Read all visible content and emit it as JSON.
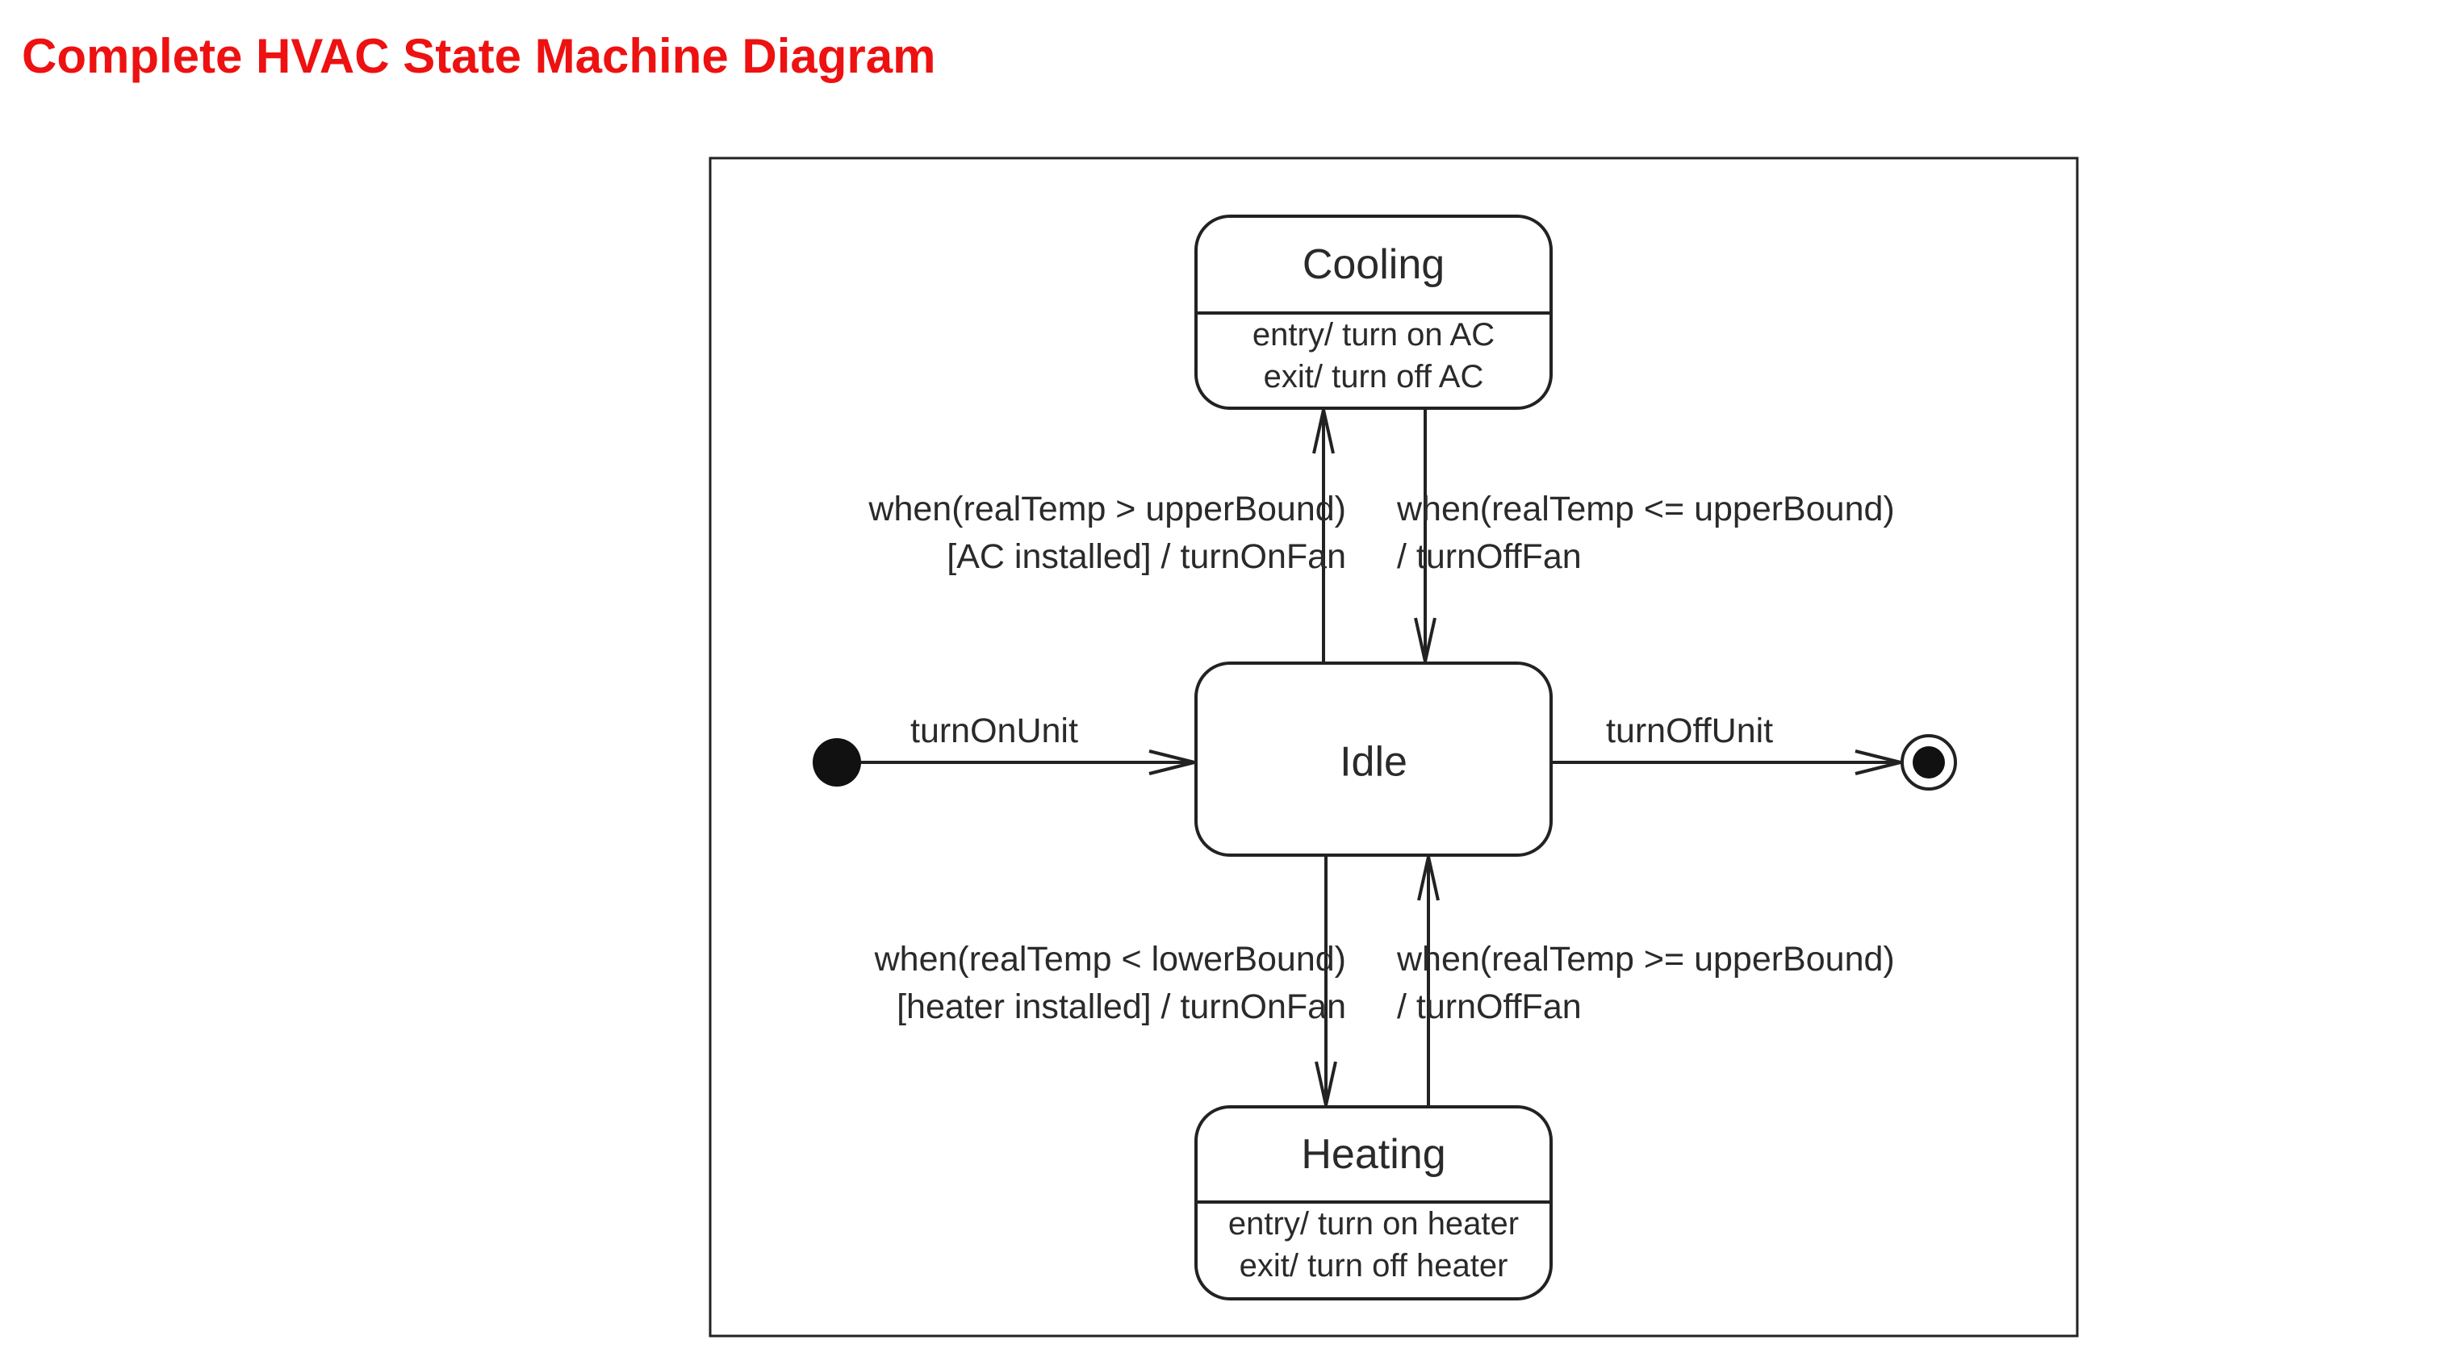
{
  "title": "Complete HVAC State Machine Diagram",
  "colors": {
    "title": "#ee1111",
    "line": "#222222",
    "text": "#2a2a2a"
  },
  "states": {
    "cooling": {
      "name": "Cooling",
      "entry": "entry/ turn on AC",
      "exit": "exit/ turn off AC"
    },
    "idle": {
      "name": "Idle"
    },
    "heating": {
      "name": "Heating",
      "entry": "entry/ turn on heater",
      "exit": "exit/ turn off heater"
    }
  },
  "transitions": {
    "idle_to_cooling": {
      "line1": "when(realTemp > upperBound)",
      "line2": "[AC installed] / turnOnFan"
    },
    "cooling_to_idle": {
      "line1": "when(realTemp <= upperBound)",
      "line2": "/ turnOffFan"
    },
    "start_to_idle": {
      "label": "turnOnUnit"
    },
    "idle_to_final": {
      "label": "turnOffUnit"
    },
    "idle_to_heating": {
      "line1": "when(realTemp < lowerBound)",
      "line2": "[heater installed] / turnOnFan"
    },
    "heating_to_idle": {
      "line1": "when(realTemp >= upperBound)",
      "line2": "/ turnOffFan"
    }
  }
}
